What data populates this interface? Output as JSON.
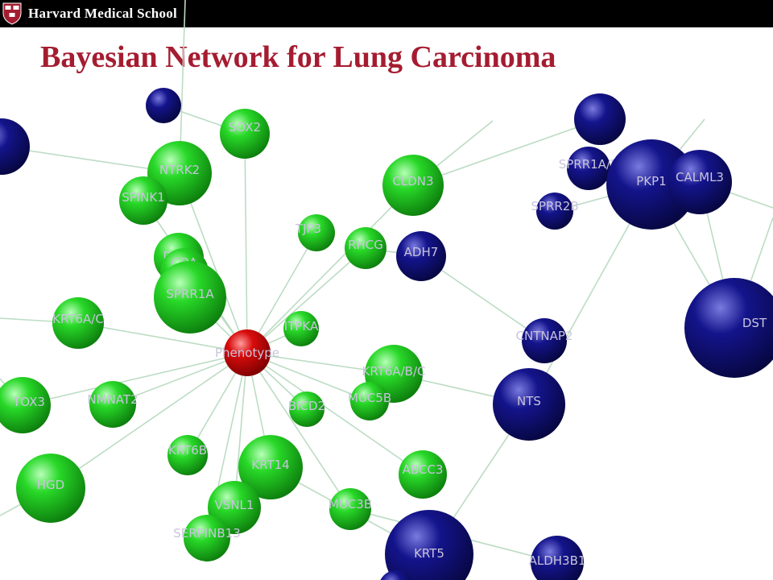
{
  "header": {
    "institution": "Harvard Medical School",
    "title": "Bayesian Network for Lung Carcinoma"
  },
  "colors": {
    "title": "#a51c30",
    "green_node": "#1ec81e",
    "blue_node": "#12127e",
    "phenotype_node": "#cc0808",
    "edge": "#bcdcc4",
    "label": "#c8c4dc"
  },
  "network": {
    "nodes": [
      {
        "id": "phenotype",
        "label": "Phenotype",
        "group": "red"
      },
      {
        "id": "sox2",
        "label": "SOX2",
        "group": "green"
      },
      {
        "id": "ntrk2",
        "label": "NTRK2",
        "group": "green"
      },
      {
        "id": "spink1",
        "label": "SPINK1",
        "group": "green"
      },
      {
        "id": "dpp4",
        "label": "DPP4",
        "group": "green"
      },
      {
        "id": "cda",
        "label": "CDA",
        "group": "green"
      },
      {
        "id": "sprr1a",
        "label": "SPRR1A",
        "group": "green"
      },
      {
        "id": "tjp3",
        "label": "TJP3",
        "group": "green"
      },
      {
        "id": "rhcg",
        "label": "RHCG",
        "group": "green"
      },
      {
        "id": "cldn3",
        "label": "CLDN3",
        "group": "green"
      },
      {
        "id": "itpka",
        "label": "ITPKA",
        "group": "green"
      },
      {
        "id": "krt6ac",
        "label": "KRT6A/C",
        "group": "green"
      },
      {
        "id": "krt6abc",
        "label": "KRT6A/B/C",
        "group": "green"
      },
      {
        "id": "muc5b",
        "label": "MUC5B",
        "group": "green"
      },
      {
        "id": "bicd2",
        "label": "BICD2",
        "group": "green"
      },
      {
        "id": "tox3",
        "label": "TOX3",
        "group": "green"
      },
      {
        "id": "nmnat2",
        "label": "NMNAT2",
        "group": "green"
      },
      {
        "id": "krt6b",
        "label": "KRT6B",
        "group": "green"
      },
      {
        "id": "krt14",
        "label": "KRT14",
        "group": "green"
      },
      {
        "id": "abcc3",
        "label": "ABCC3",
        "group": "green"
      },
      {
        "id": "hgd",
        "label": "HGD",
        "group": "green"
      },
      {
        "id": "vsnl1",
        "label": "VSNL1",
        "group": "green"
      },
      {
        "id": "serpinb13",
        "label": "SERPINB13",
        "group": "green"
      },
      {
        "id": "muc3b",
        "label": "MUC3B",
        "group": "green"
      },
      {
        "id": "sprr1ab",
        "label": "SPRR1A/B",
        "group": "blue"
      },
      {
        "id": "pkp1",
        "label": "PKP1",
        "group": "blue"
      },
      {
        "id": "calml3",
        "label": "CALML3",
        "group": "blue"
      },
      {
        "id": "sprr2b",
        "label": "SPRR2B",
        "group": "blue"
      },
      {
        "id": "adh7",
        "label": "ADH7",
        "group": "blue"
      },
      {
        "id": "dst",
        "label": "DST",
        "group": "blue"
      },
      {
        "id": "cntnap2",
        "label": "CNTNAP2",
        "group": "blue"
      },
      {
        "id": "nts",
        "label": "NTS",
        "group": "blue"
      },
      {
        "id": "krt5",
        "label": "KRT5",
        "group": "blue"
      },
      {
        "id": "aldh3b1",
        "label": "ALDH3B1",
        "group": "blue"
      },
      {
        "id": "blue_small_top",
        "label": "",
        "group": "blue"
      },
      {
        "id": "blue_left",
        "label": "",
        "group": "blue"
      },
      {
        "id": "blue_top_right",
        "label": "",
        "group": "blue"
      },
      {
        "id": "blue_bottom",
        "label": "",
        "group": "blue"
      }
    ],
    "edges": [
      [
        "phenotype",
        "sox2"
      ],
      [
        "phenotype",
        "ntrk2"
      ],
      [
        "phenotype",
        "spink1"
      ],
      [
        "phenotype",
        "sprr1a"
      ],
      [
        "phenotype",
        "tjp3"
      ],
      [
        "phenotype",
        "rhcg"
      ],
      [
        "phenotype",
        "cldn3"
      ],
      [
        "phenotype",
        "itpka"
      ],
      [
        "phenotype",
        "krt6ac"
      ],
      [
        "phenotype",
        "krt6abc"
      ],
      [
        "phenotype",
        "muc5b"
      ],
      [
        "phenotype",
        "bicd2"
      ],
      [
        "phenotype",
        "tox3"
      ],
      [
        "phenotype",
        "nmnat2"
      ],
      [
        "phenotype",
        "krt6b"
      ],
      [
        "phenotype",
        "krt14"
      ],
      [
        "phenotype",
        "abcc3"
      ],
      [
        "phenotype",
        "hgd"
      ],
      [
        "phenotype",
        "vsnl1"
      ],
      [
        "phenotype",
        "muc3b"
      ],
      [
        "phenotype",
        "dpp4"
      ],
      [
        "phenotype",
        "serpinb13"
      ],
      [
        "ntrk2",
        "blue_left"
      ],
      [
        "rhcg",
        "adh7"
      ],
      [
        "adh7",
        "cntnap2"
      ],
      [
        "krt6abc",
        "nts"
      ],
      [
        "krt14",
        "krt5"
      ],
      [
        "muc3b",
        "aldh3b1"
      ],
      [
        "nts",
        "pkp1"
      ],
      [
        "pkp1",
        "dst"
      ],
      [
        "calml3",
        "dst"
      ],
      [
        "pkp1",
        "calml3"
      ],
      [
        "sprr1ab",
        "pkp1"
      ],
      [
        "sprr2b",
        "pkp1"
      ],
      [
        "cldn3",
        "blue_top_right"
      ],
      [
        "krt5",
        "nts"
      ],
      [
        "krt5",
        "blue_bottom"
      ],
      [
        "sox2",
        "blue_small_top"
      ]
    ]
  }
}
